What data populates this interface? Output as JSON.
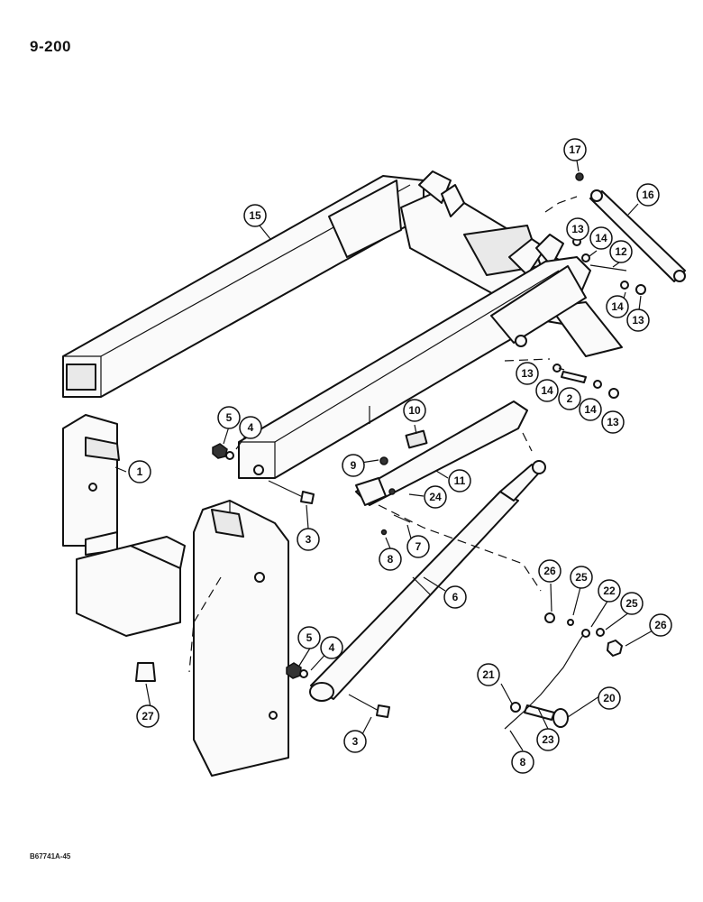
{
  "page": {
    "number": "9-200",
    "doc_code": "B67741A-45"
  },
  "callouts": [
    {
      "label": "15"
    },
    {
      "label": "17"
    },
    {
      "label": "16"
    },
    {
      "label": "13"
    },
    {
      "label": "14"
    },
    {
      "label": "12"
    },
    {
      "label": "14"
    },
    {
      "label": "13"
    },
    {
      "label": "13"
    },
    {
      "label": "14"
    },
    {
      "label": "2"
    },
    {
      "label": "14"
    },
    {
      "label": "13"
    },
    {
      "label": "5"
    },
    {
      "label": "4"
    },
    {
      "label": "10"
    },
    {
      "label": "1"
    },
    {
      "label": "9"
    },
    {
      "label": "11"
    },
    {
      "label": "24"
    },
    {
      "label": "3"
    },
    {
      "label": "8"
    },
    {
      "label": "7"
    },
    {
      "label": "26"
    },
    {
      "label": "25"
    },
    {
      "label": "22"
    },
    {
      "label": "25"
    },
    {
      "label": "26"
    },
    {
      "label": "6"
    },
    {
      "label": "5"
    },
    {
      "label": "4"
    },
    {
      "label": "21"
    },
    {
      "label": "20"
    },
    {
      "label": "27"
    },
    {
      "label": "3"
    },
    {
      "label": "23"
    },
    {
      "label": "8"
    }
  ]
}
